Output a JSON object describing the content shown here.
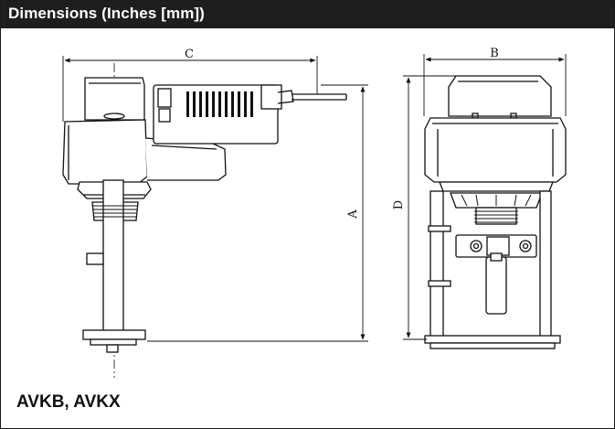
{
  "header": {
    "title": "Dimensions (Inches [mm])"
  },
  "dimensions": {
    "a": "A",
    "b": "B",
    "c": "C",
    "d": "D"
  },
  "model": {
    "label": "AVKB, AVKX"
  }
}
